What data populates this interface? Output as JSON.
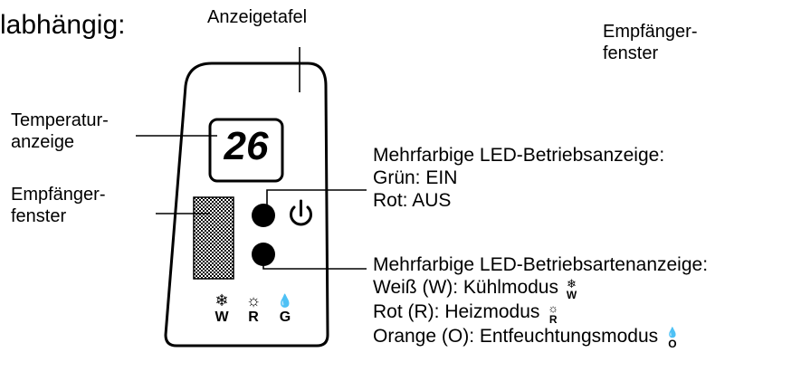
{
  "header": {
    "partial_text": "labhängig:",
    "panel_label": "Anzeigetafel",
    "window_label_top": [
      "Empfänger-",
      "fenster"
    ]
  },
  "left_labels": {
    "temperature": [
      "Temperatur-",
      "anzeige"
    ],
    "receiver": [
      "Empfänger-",
      "fenster"
    ]
  },
  "display": {
    "temperature_value": "26"
  },
  "mode_icons": [
    {
      "icon": "snowflake-icon",
      "glyph": "❄",
      "letter": "W"
    },
    {
      "icon": "sun-icon",
      "glyph": "☼",
      "letter": "R"
    },
    {
      "icon": "droplets-icon",
      "glyph": "💧",
      "letter": "G"
    }
  ],
  "operation_led": {
    "title": "Mehrfarbige LED-Betriebsanzeige:",
    "lines": [
      "Grün: EIN",
      "Rot: AUS"
    ]
  },
  "mode_led": {
    "title": "Mehrfarbige LED-Betriebsartenanzeige:",
    "lines": [
      {
        "text": "Weiß (W): Kühlmodus",
        "glyph": "❄",
        "letter": "W"
      },
      {
        "text": "Rot (R): Heizmodus",
        "glyph": "☼",
        "letter": "R"
      },
      {
        "text": "Orange (O): Entfeuchtungsmodus",
        "glyph": "💧",
        "letter": "O"
      }
    ]
  },
  "colors": {
    "ink": "#000000",
    "background": "#ffffff"
  }
}
